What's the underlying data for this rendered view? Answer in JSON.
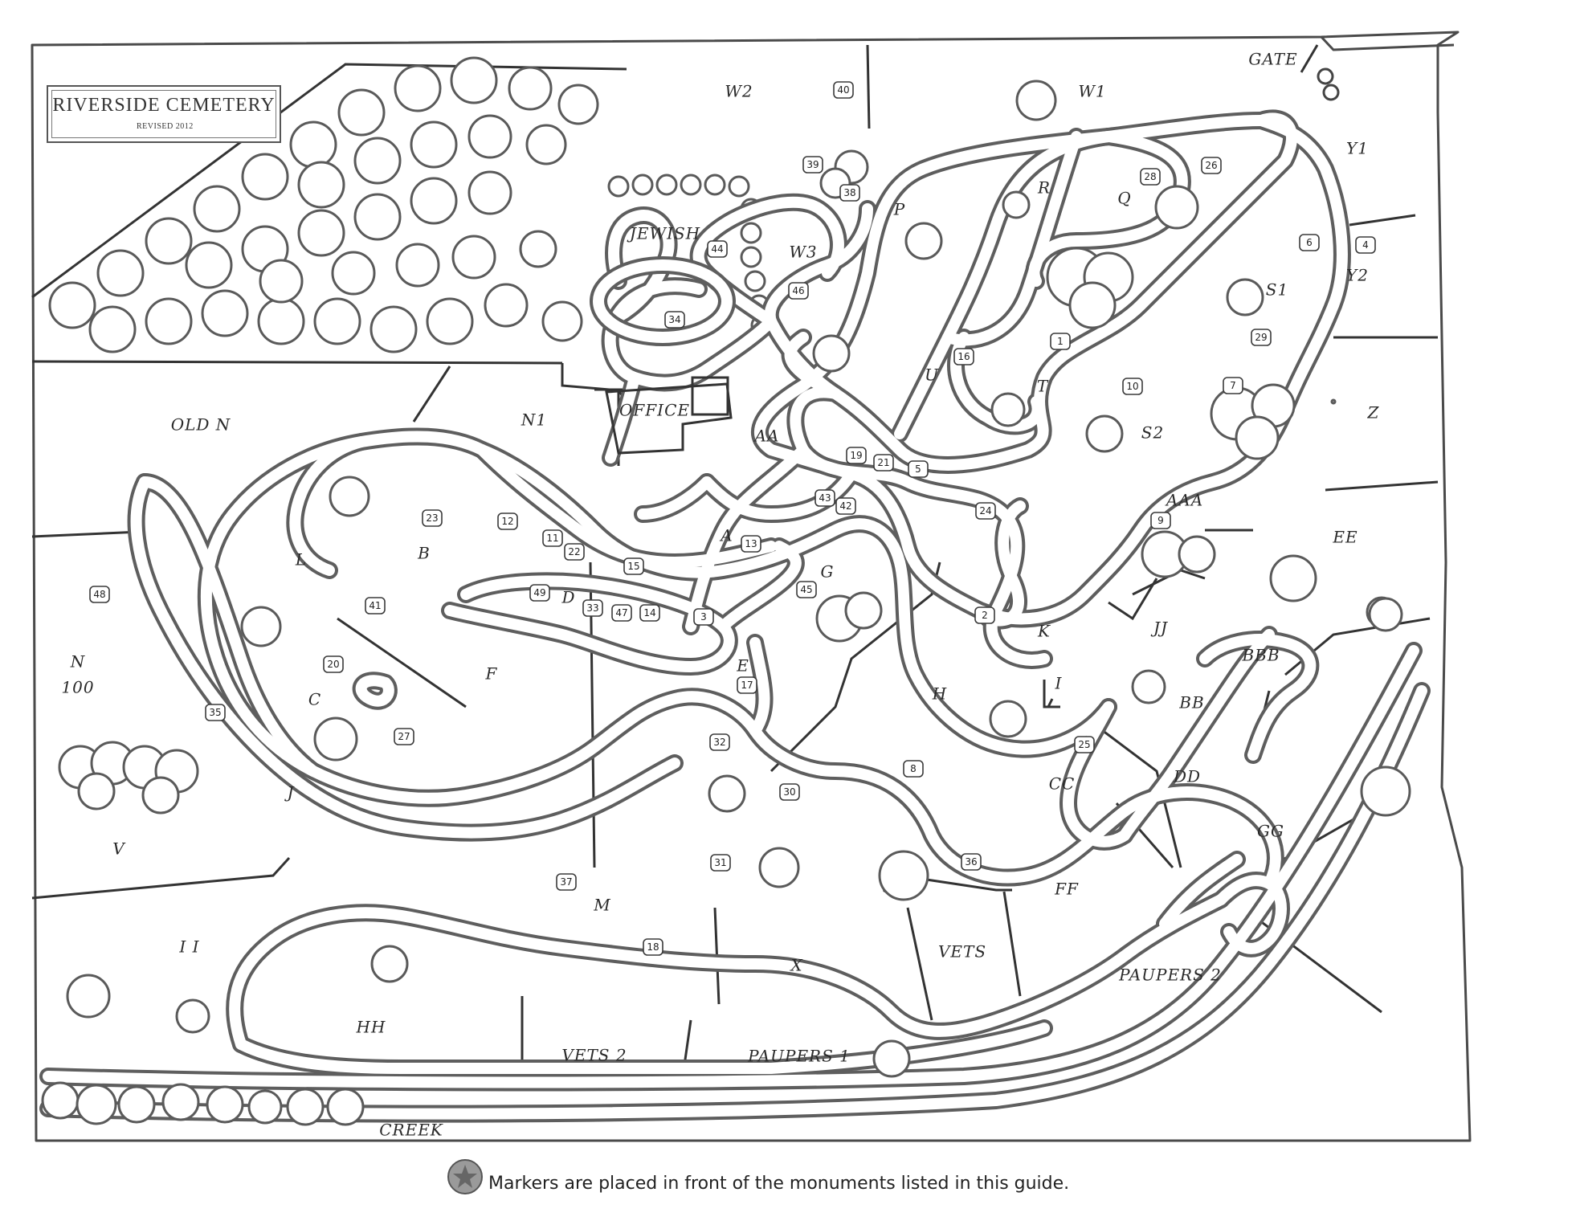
{
  "map": {
    "title": "RIVERSIDE CEMETERY",
    "subtitle": "REVISED 2012",
    "legend_text": "Markers are placed in front of the monuments listed in this guide.",
    "legend_icon": "star-marker-icon",
    "colors": {
      "line": "#4a4a4a",
      "road": "#5e5e5e",
      "background": "#ffffff",
      "marker_star": "#888888"
    }
  },
  "sections": [
    "GATE",
    "W2",
    "W1",
    "Y1",
    "Y2",
    "JEWISH",
    "W3",
    "P",
    "R",
    "Q",
    "S1",
    "OLD N",
    "N1",
    "OFFICE",
    "AA",
    "U",
    "T",
    "S2",
    "Z",
    "L",
    "B",
    "A",
    "G",
    "AAA",
    "EE",
    "N",
    "100",
    "D",
    "K",
    "JJ",
    "BBB",
    "C",
    "F",
    "E",
    "H",
    "I",
    "BB",
    "J",
    "CC",
    "DD",
    "GG",
    "V",
    "M",
    "FF",
    "VETS",
    "I I",
    "X",
    "PAUPERS 2",
    "HH",
    "VETS 2",
    "PAUPERS 1",
    "CREEK"
  ],
  "markers": [
    "40",
    "39",
    "38",
    "28",
    "26",
    "6",
    "4",
    "44",
    "46",
    "34",
    "1",
    "16",
    "10",
    "7",
    "29",
    "19",
    "21",
    "5",
    "43",
    "42",
    "24",
    "9",
    "23",
    "12",
    "11",
    "22",
    "15",
    "13",
    "48",
    "41",
    "49",
    "33",
    "47",
    "14",
    "3",
    "45",
    "2",
    "20",
    "17",
    "35",
    "27",
    "32",
    "25",
    "8",
    "30",
    "31",
    "36",
    "37",
    "18"
  ]
}
